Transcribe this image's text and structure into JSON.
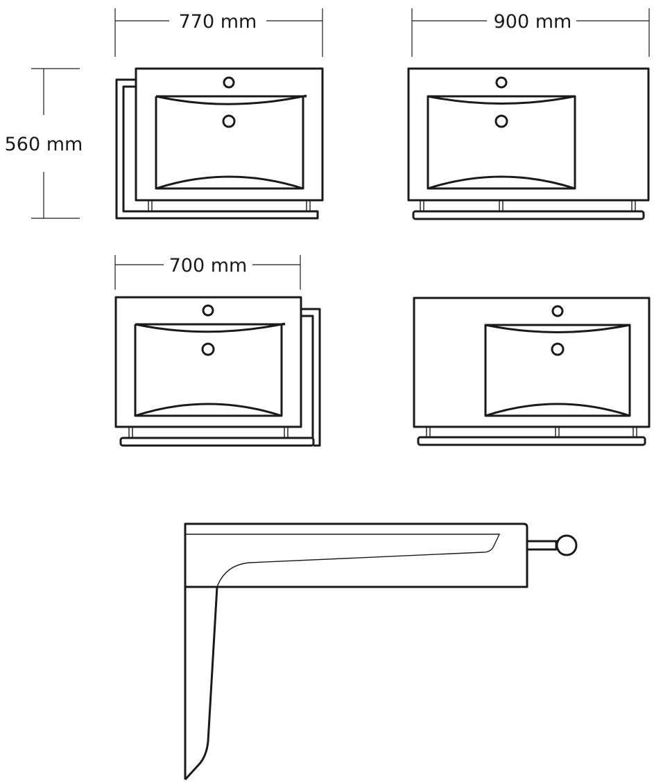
{
  "dimensions": {
    "width_770": "770 mm",
    "width_900": "900 mm",
    "depth_560": "560 mm",
    "width_700": "700 mm"
  },
  "colors": {
    "line": "#1a1a1a",
    "background": "#ffffff"
  }
}
